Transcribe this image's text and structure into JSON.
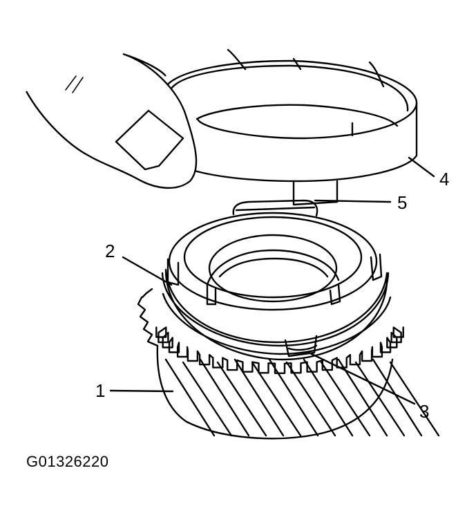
{
  "figure_id": "G01326220",
  "callouts": {
    "c1": "1",
    "c2": "2",
    "c3": "3",
    "c4": "4",
    "c5": "5"
  },
  "colors": {
    "ink": "#000000",
    "paper": "#ffffff"
  }
}
